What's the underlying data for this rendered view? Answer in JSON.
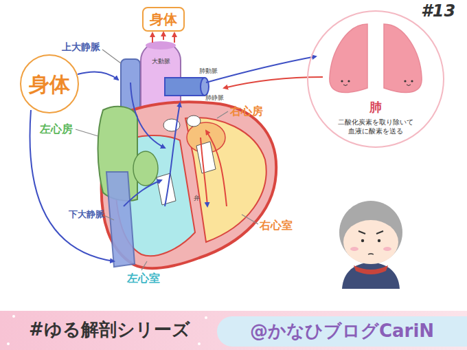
{
  "diagram": {
    "nodes": [
      {
        "text": [
          "身体"
        ]
      },
      {
        "text": [
          "身体"
        ]
      },
      {
        "text": [
          "肺",
          "二酸化炭素を取り除いて 血液に酸素を送る"
        ]
      },
      {
        "text": [
          "@かなひブログCariN"
        ]
      }
    ],
    "labels": [
      "#13",
      "上大静脈",
      "大動脈",
      "肺動脈",
      "肺静脈",
      "右心房",
      "左心房",
      "弁",
      "右心室",
      "下大静脈",
      "左心室",
      "#ゆる解剖シリーズ"
    ]
  }
}
